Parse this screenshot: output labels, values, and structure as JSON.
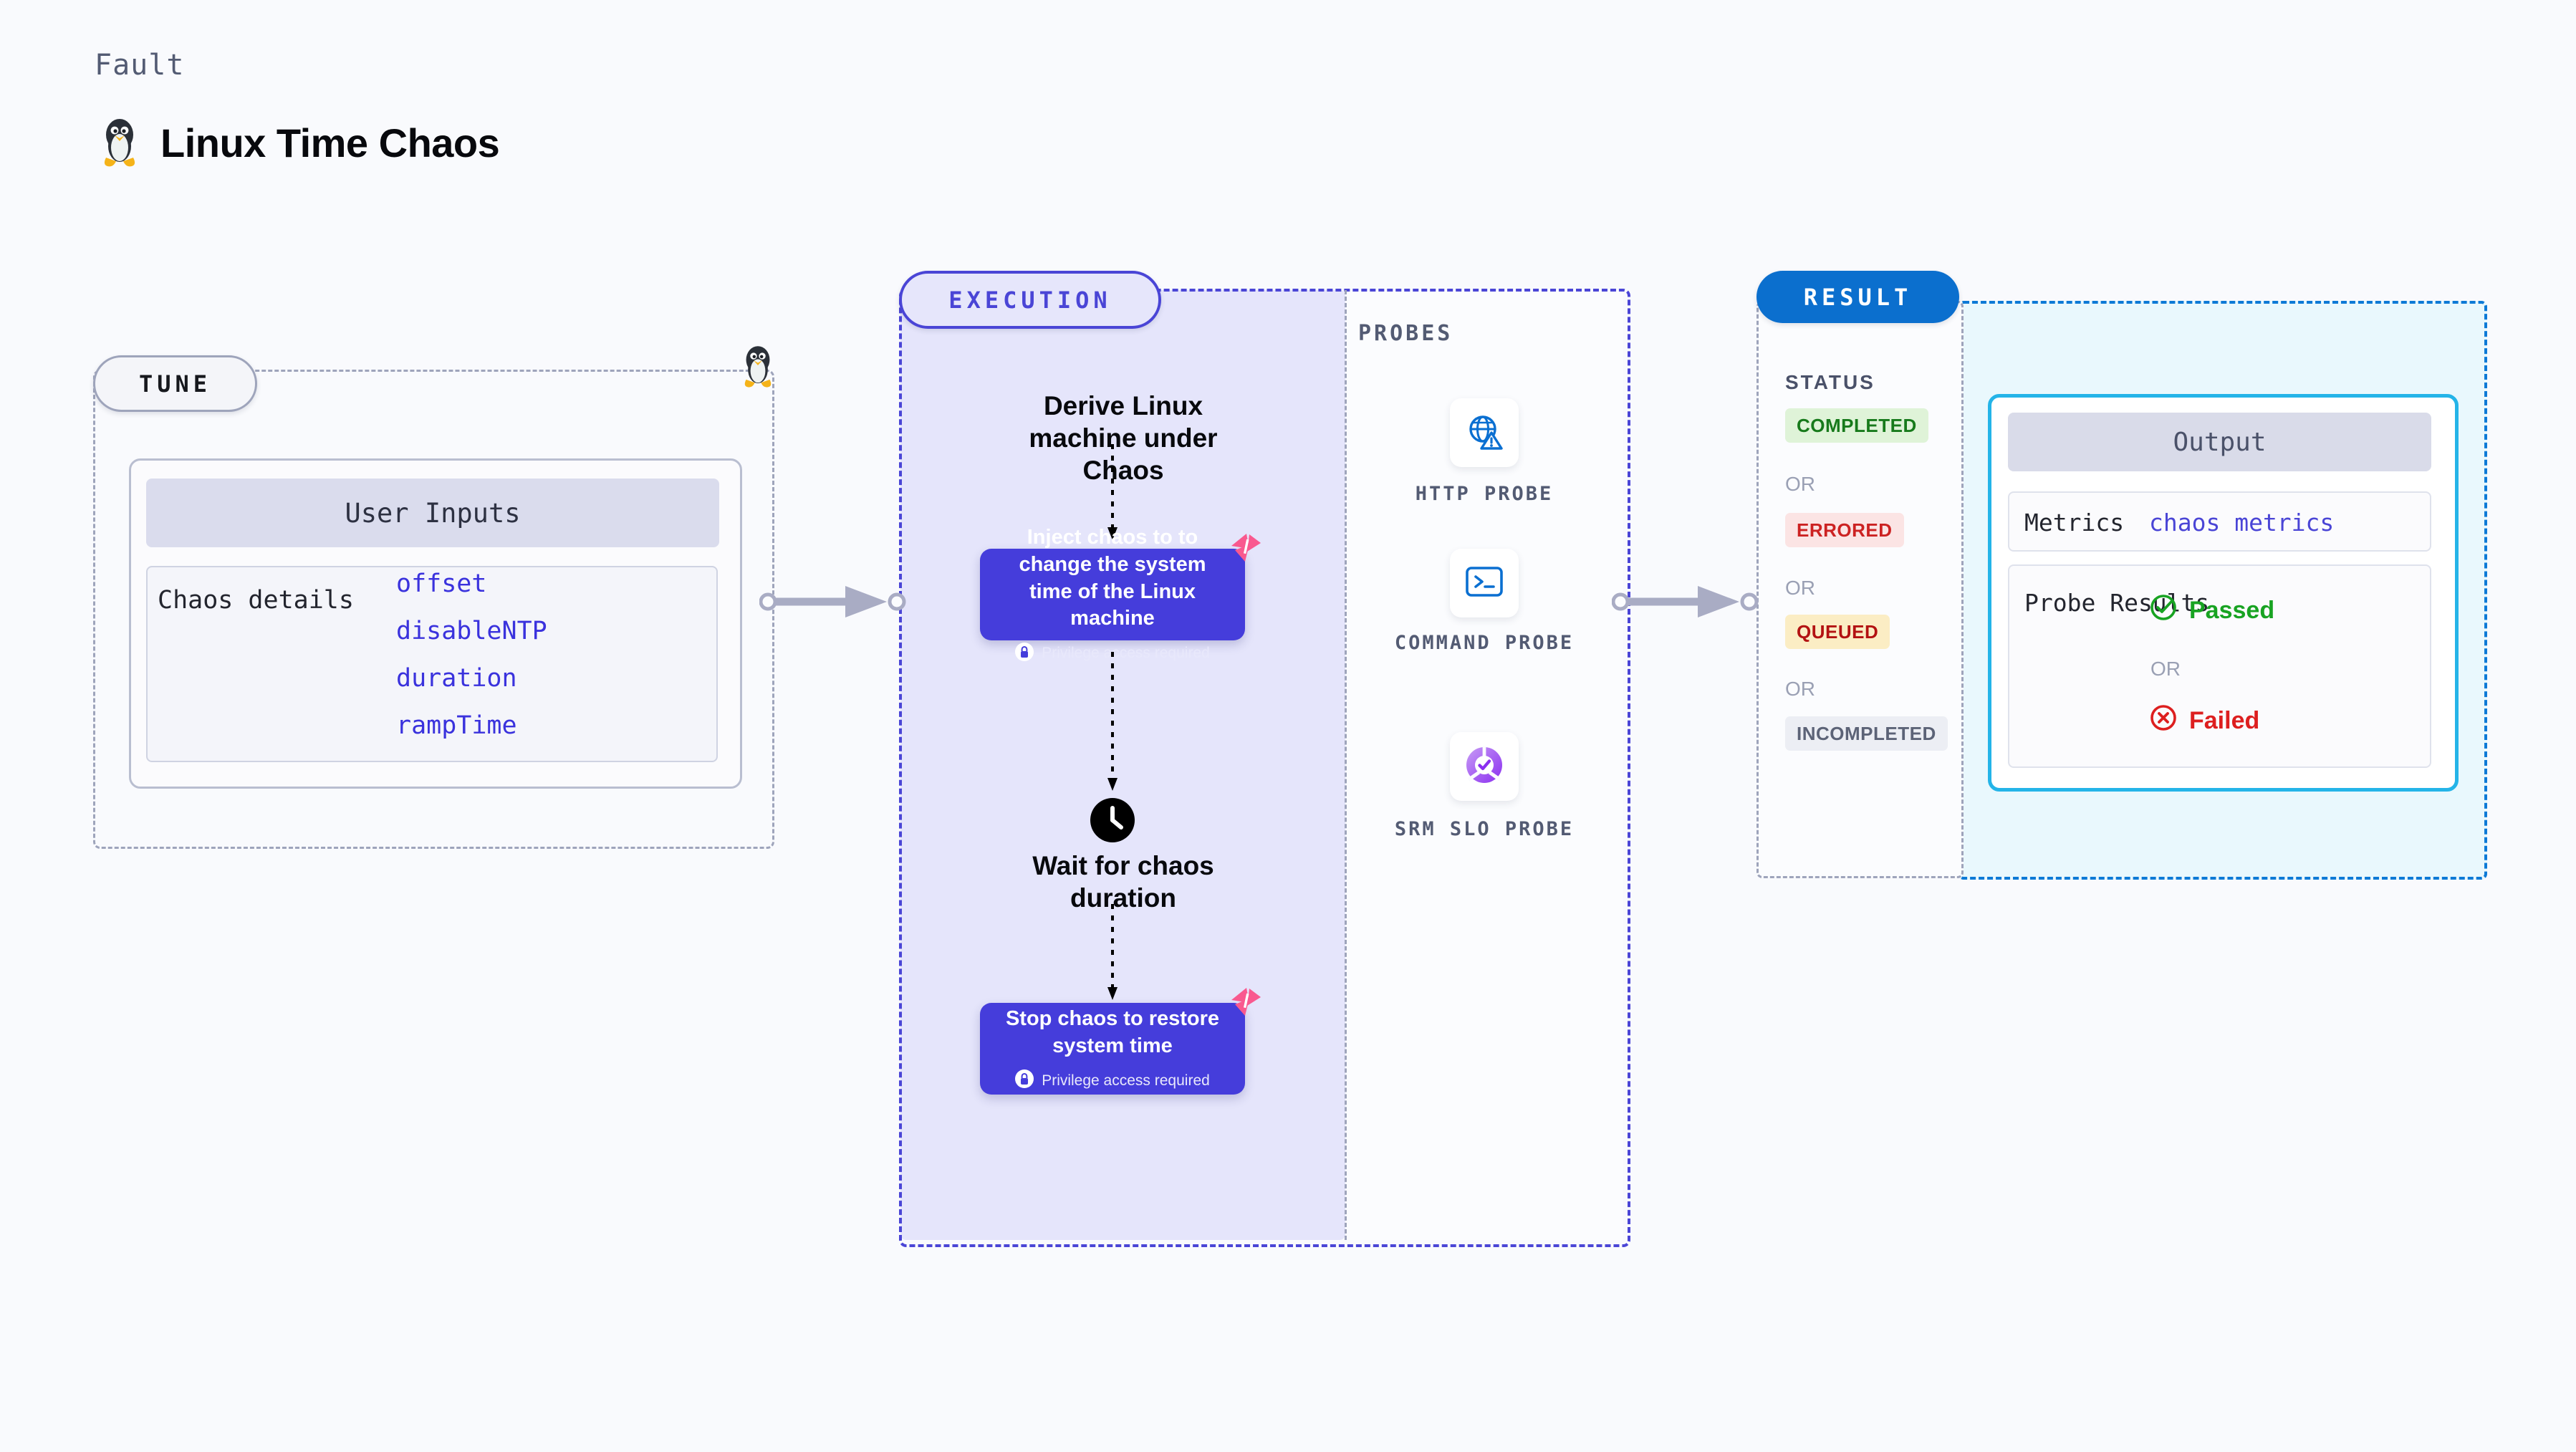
{
  "header": {
    "kicker": "Fault",
    "title": "Linux Time Chaos",
    "icon": "tux-penguin-icon"
  },
  "tune": {
    "pill_label": "TUNE",
    "card_title": "User Inputs",
    "details_label": "Chaos details",
    "parameters": [
      "offset",
      "disableNTP",
      "duration",
      "rampTime"
    ],
    "marker_icon": "tux-penguin-icon"
  },
  "execution": {
    "pill_label": "EXECUTION",
    "step_1": "Derive Linux machine under Chaos",
    "card_1": {
      "text": "Inject chaos to to change the system time of the Linux machine",
      "privilege_note": "Privilege access required",
      "badge_icon": "chaos-flag-icon",
      "lock_icon": "lock-icon"
    },
    "wait_step": "Wait for chaos duration",
    "wait_icon": "clock-icon",
    "card_2": {
      "text": "Stop chaos to restore system time",
      "privilege_note": "Privilege access required",
      "badge_icon": "chaos-flag-icon",
      "lock_icon": "lock-icon"
    }
  },
  "probes": {
    "section_label": "PROBES",
    "items": [
      {
        "label": "HTTP PROBE",
        "icon": "globe-warning-icon"
      },
      {
        "label": "COMMAND PROBE",
        "icon": "terminal-icon"
      },
      {
        "label": "SRM SLO PROBE",
        "icon": "slo-donut-check-icon"
      }
    ]
  },
  "result": {
    "pill_label": "RESULT",
    "status_label": "STATUS",
    "or_label": "OR",
    "statuses": [
      {
        "label": "COMPLETED",
        "color": "#177a1b",
        "bg": "#dff3d8"
      },
      {
        "label": "ERRORED",
        "color": "#cc2222",
        "bg": "#fbe4e4"
      },
      {
        "label": "QUEUED",
        "color": "#b31212",
        "bg": "#fbedc4"
      },
      {
        "label": "INCOMPLETED",
        "color": "#5c6377",
        "bg": "#eceef4"
      }
    ],
    "output": {
      "title": "Output",
      "metrics_label": "Metrics",
      "metrics_value": "chaos metrics",
      "probe_results_label": "Probe Results",
      "passed_label": "Passed",
      "failed_label": "Failed",
      "or_label": "OR",
      "passed_icon": "check-circle-icon",
      "failed_icon": "x-circle-icon"
    }
  },
  "colors": {
    "background": "#f9fafd",
    "indigo": "#453ddb",
    "indigo_border": "#4a45d6",
    "result_blue": "#0b6fce",
    "output_cyan": "#24b4e8",
    "pink_badge": "#f9598f",
    "gray_dash": "#9ea4bb",
    "arrow_gray": "#a9acc4"
  }
}
